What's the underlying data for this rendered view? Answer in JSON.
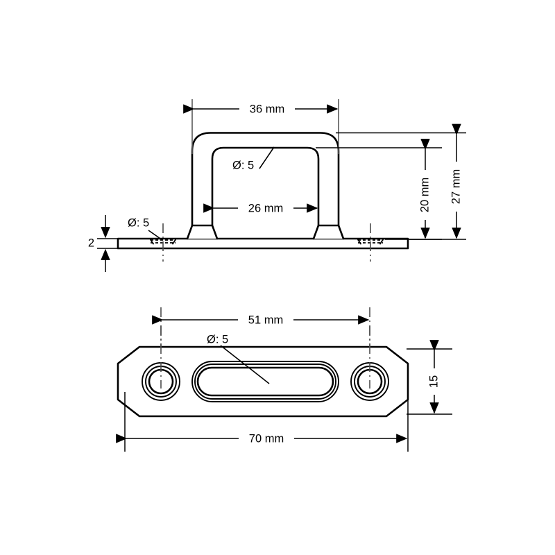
{
  "drawing": {
    "title": "Handle bracket technical drawing",
    "units": "mm",
    "line_color": "#000000",
    "background_color": "#ffffff",
    "center_line_color": "#4d4d4d",
    "views": [
      {
        "name": "front-elevation-view",
        "description": "Front elevation of U-shaped wire handle mounted on flat base plate"
      },
      {
        "name": "bottom-plan-view",
        "description": "Plan view of base plate with two countersunk holes and handle slot"
      }
    ],
    "dimensions": {
      "handle_outer_width": "36 mm",
      "handle_inner_width": "26 mm",
      "overall_height": "27 mm",
      "inner_height": "20 mm",
      "plate_thickness": "2",
      "hole_spacing": "51 mm",
      "plate_length": "70 mm",
      "plate_width": "15",
      "hole_diameter_front": "Ø: 5",
      "hole_diameter_section": "Ø: 5",
      "hole_diameter_plan": "Ø: 5"
    }
  }
}
